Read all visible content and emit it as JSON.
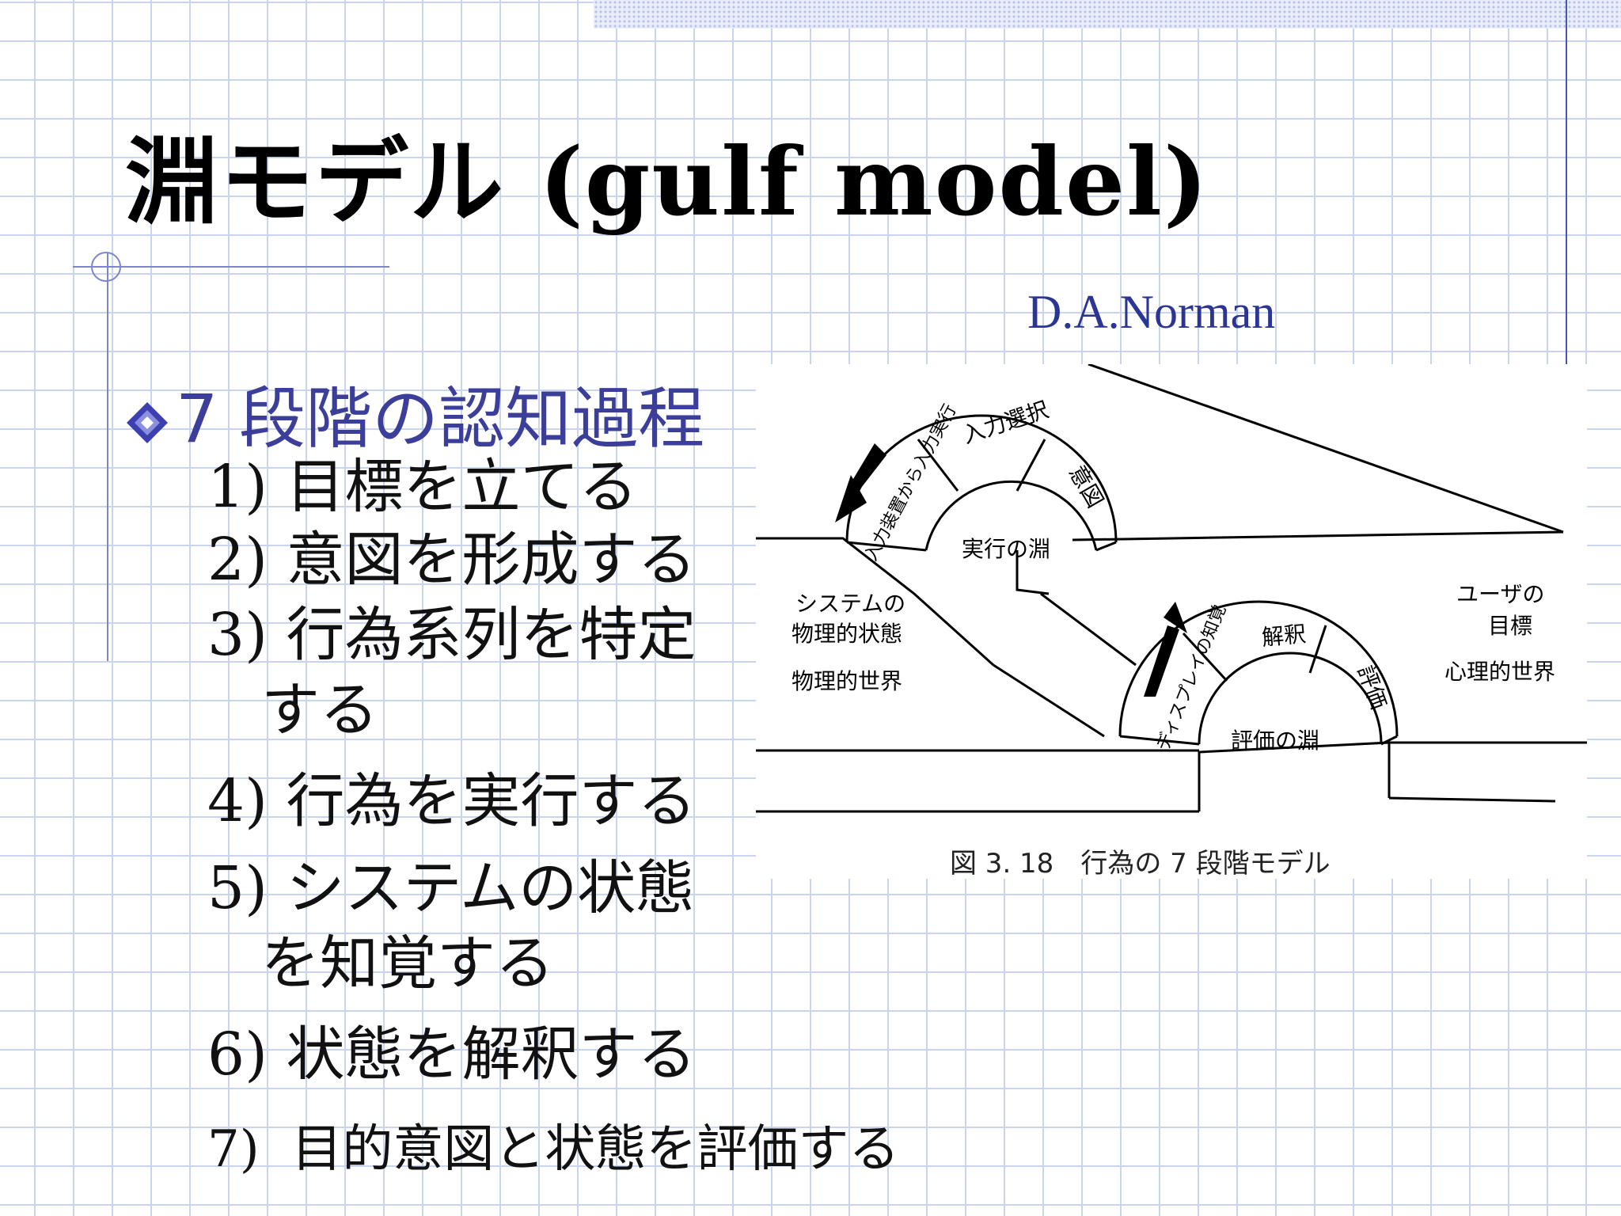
{
  "slide": {
    "title": "淵モデル (gulf model)",
    "author": "D.A.Norman",
    "heading": "7 段階の認知過程",
    "steps": [
      {
        "num": "1)",
        "text": "目標を立てる"
      },
      {
        "num": "2)",
        "text": "意図を形成する"
      },
      {
        "num": "3)",
        "text": "行為系列を特定"
      },
      {
        "num": "",
        "text": "する"
      },
      {
        "num": "4)",
        "text": "行為を実行する"
      },
      {
        "num": "5)",
        "text": "システムの状態"
      },
      {
        "num": "",
        "text": "を知覚する"
      },
      {
        "num": "6)",
        "text": "状態を解釈する"
      },
      {
        "num": "7)",
        "text": "目的意図と状態を評価する"
      }
    ]
  },
  "figure": {
    "caption": "図 3. 18　行為の 7 段階モデル",
    "upper_arch": {
      "left_segment": "入力装置から入力実行",
      "middle_segment": "入力選択",
      "right_segment": "意図"
    },
    "lower_arch": {
      "left_segment": "ディスプレイの知覚",
      "middle_segment": "解釈",
      "right_segment": "評価"
    },
    "gulf_execution": "実行の淵",
    "gulf_evaluation": "評価の淵",
    "system_side": [
      "システムの",
      "物理的状態",
      "物理的世界"
    ],
    "user_side": [
      "ユーザの",
      "目標",
      "心理的世界"
    ]
  },
  "colors": {
    "title": "#000000",
    "heading": "#3b3f9a",
    "author": "#2b3593",
    "grid": "#c9d5ef"
  }
}
